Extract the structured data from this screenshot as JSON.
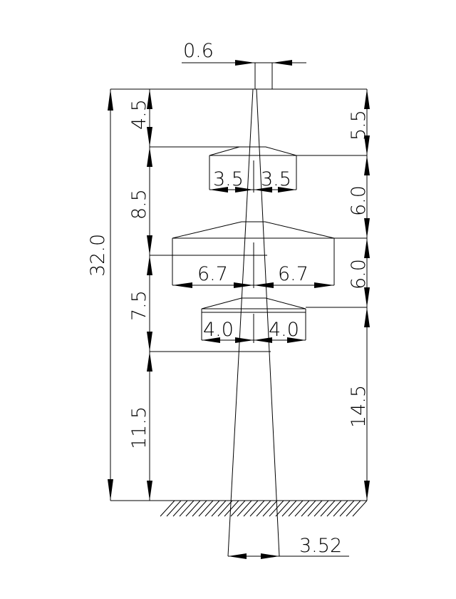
{
  "dimensions": {
    "top_width": "0.6",
    "base_width": "3.52",
    "total_height": "32.0",
    "left_upper": "4.5",
    "left_mid_upper": "8.5",
    "left_mid_lower": "7.5",
    "left_bottom": "11.5",
    "right_top": "5.5",
    "right_mid_upper": "6.0",
    "right_mid_lower": "6.0",
    "right_bottom": "14.5",
    "top_arm_left": "3.5",
    "top_arm_right": "3.5",
    "middle_arm_left": "6.7",
    "middle_arm_right": "6.7",
    "lower_arm_left": "4.0",
    "lower_arm_right": "4.0"
  }
}
